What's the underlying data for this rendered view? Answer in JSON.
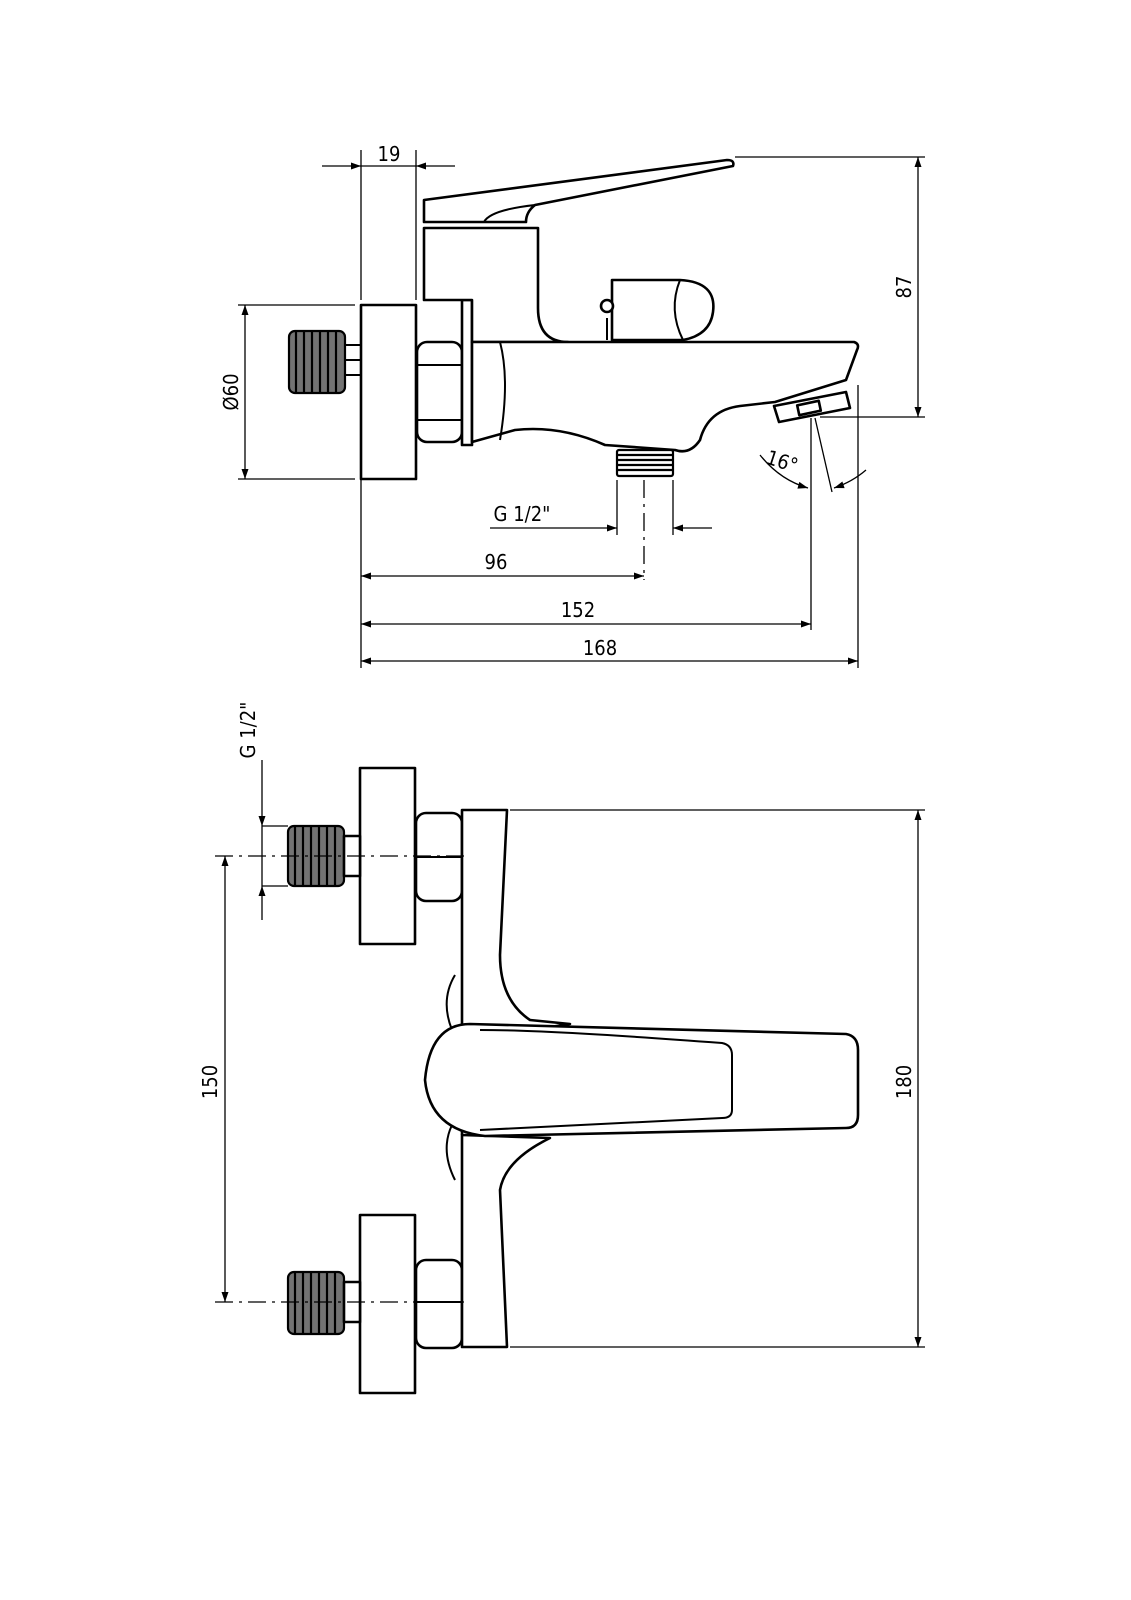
{
  "drawing": {
    "side_view": {
      "dimensions": {
        "flange_thickness": "19",
        "height": "87",
        "flange_diameter": "Ø60",
        "outlet_thread": "G 1/2\"",
        "outlet_position": "96",
        "spout_reach": "152",
        "overall_length": "168",
        "spout_angle": "16°"
      }
    },
    "front_view": {
      "dimensions": {
        "inlet_thread": "G 1/2\"",
        "inlet_spacing": "150",
        "overall_height": "180"
      }
    }
  }
}
